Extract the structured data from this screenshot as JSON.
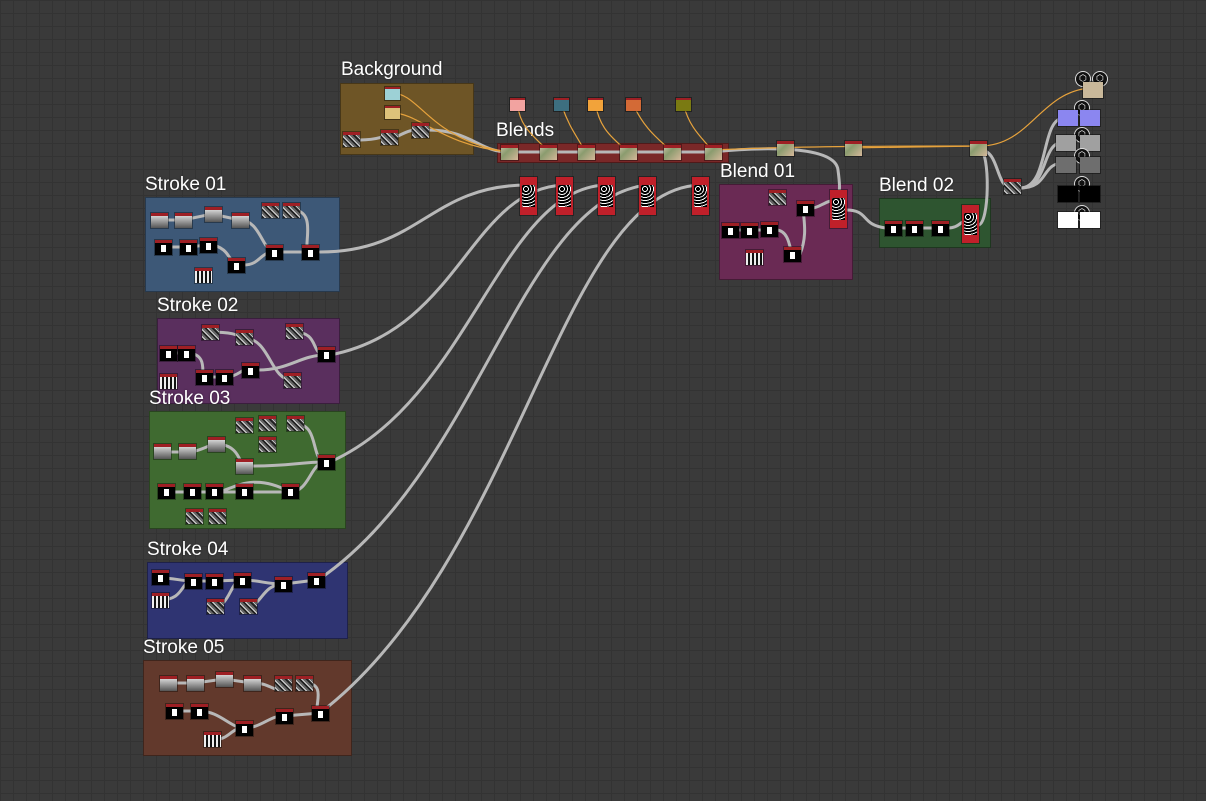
{
  "frames": {
    "background": "Background",
    "blends": "Blends",
    "stroke_01": "Stroke 01",
    "stroke_02": "Stroke 02",
    "stroke_03": "Stroke 03",
    "stroke_04": "Stroke 04",
    "stroke_05": "Stroke 05",
    "blend_01": "Blend 01",
    "blend_02": "Blend 02"
  },
  "colors": {
    "canvas": "#3a3a3a",
    "background_frame": "#6e5526",
    "blends_frame": "#7a2828",
    "stroke_01_frame": "#3d5877",
    "stroke_02_frame": "#5a2f5e",
    "stroke_03_frame": "#3f6a30",
    "stroke_04_frame": "#2f3472",
    "stroke_05_frame": "#62392c",
    "blend_01_frame": "#6a2a54",
    "blend_02_frame": "#2e5530",
    "wire_gray": "#b8b8b8",
    "wire_orange": "#e6a23c"
  },
  "swatches": [
    "#f2a3a0",
    "#3d6f80",
    "#f2a33a",
    "#d36a36",
    "#7a7a12",
    "#9dd1d6",
    "#ddc27a"
  ],
  "outputs": [
    "#c9b89a",
    "#8b86f0",
    "#a0a0a0",
    "#6e6e6e",
    "#000000",
    "#ffffff"
  ],
  "icons": [
    "output-icon"
  ]
}
